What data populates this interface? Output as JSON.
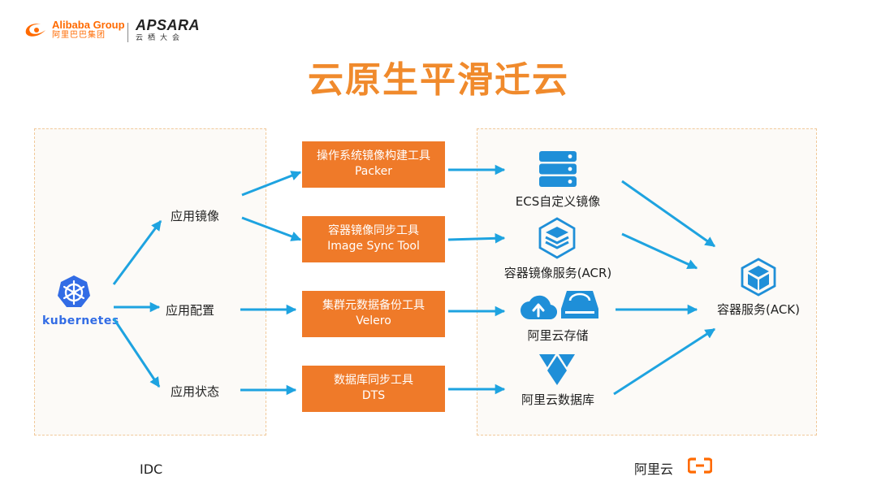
{
  "header": {
    "alibaba_logo_text": "Alibaba Group",
    "alibaba_logo_sub": "阿里巴巴集团",
    "apsara_logo_text": "APSARA",
    "apsara_logo_sub": "云栖大会"
  },
  "title": "云原生平滑迁云",
  "idc": {
    "region_label": "IDC",
    "kubernetes_label": "kubernetes",
    "app_image": "应用镜像",
    "app_config": "应用配置",
    "app_state": "应用状态"
  },
  "tools": [
    {
      "line1": "操作系统镜像构建工具",
      "line2": "Packer"
    },
    {
      "line1": "容器镜像同步工具",
      "line2": "Image Sync Tool"
    },
    {
      "line1": "集群元数据备份工具",
      "line2": "Velero"
    },
    {
      "line1": "数据库同步工具",
      "line2": "DTS"
    }
  ],
  "cloud": {
    "region_label": "阿里云",
    "ecs_image": "ECS自定义镜像",
    "acr": "容器镜像服务(ACR)",
    "storage": "阿里云存储",
    "database": "阿里云数据库",
    "ack": "容器服务(ACK)"
  },
  "colors": {
    "title_orange": "#f08a2c",
    "tool_box_orange": "#ef7a29",
    "arrow_blue": "#1ea3e0",
    "icon_blue": "#1f8fd8",
    "k8s_blue": "#326ce5",
    "aliyun_orange": "#ff6a00"
  }
}
